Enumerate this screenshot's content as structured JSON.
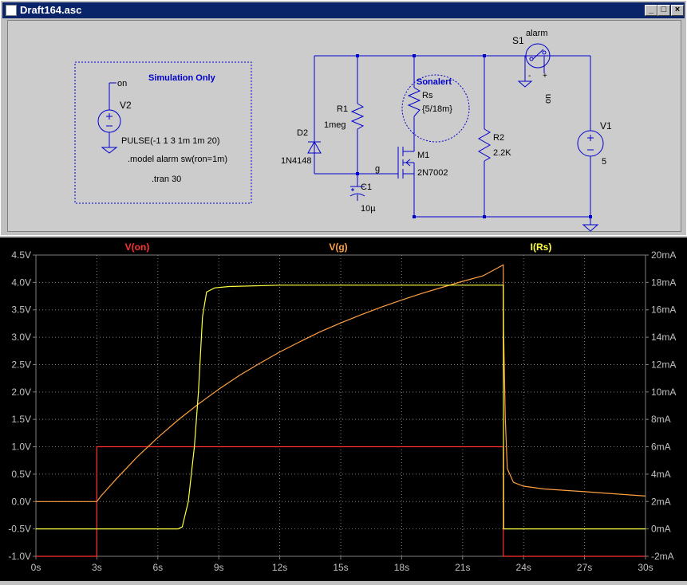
{
  "window": {
    "title": "Draft164.asc",
    "minimize_label": "_",
    "restore_label": "□",
    "close_label": "×"
  },
  "schematic": {
    "sim_box_label": "Simulation Only",
    "v2_label": "V2",
    "v2_node": "on",
    "pulse_text": "PULSE(-1 1 3 1m 1m 20)",
    "model_text": ".model alarm sw(ron=1m)",
    "tran_text": ".tran 30",
    "d2_label": "D2",
    "d2_model": "1N4148",
    "r1_label": "R1",
    "r1_value": "1meg",
    "sonalert_label": "Sonalert",
    "rs_label": "Rs",
    "rs_value": "{5/18m}",
    "m1_label": "M1",
    "m1_model": "2N7002",
    "g_node": "g",
    "c1_label": "C1",
    "c1_value": "10µ",
    "r2_label": "R2",
    "r2_value": "2.2K",
    "s1_label": "S1",
    "s1_model": "alarm",
    "s1_node": "on",
    "s1_minus": "-",
    "s1_plus": "+",
    "v1_label": "V1",
    "v1_value": "5"
  },
  "colors": {
    "v_on": "#ff3030",
    "v_g": "#ffa040",
    "i_rs": "#ffff40",
    "wire": "#0000cc",
    "grid": "#808080",
    "axis_text": "#c0c0c0"
  },
  "chart_data": {
    "type": "line",
    "x": {
      "label": "",
      "unit": "s",
      "range": [
        0,
        30
      ],
      "ticks": [
        "0s",
        "3s",
        "6s",
        "9s",
        "12s",
        "15s",
        "18s",
        "21s",
        "24s",
        "27s",
        "30s"
      ]
    },
    "y_left": {
      "range": [
        -1.0,
        4.5
      ],
      "ticks": [
        "-1.0V",
        "-0.5V",
        "0.0V",
        "0.5V",
        "1.0V",
        "1.5V",
        "2.0V",
        "2.5V",
        "3.0V",
        "3.5V",
        "4.0V",
        "4.5V"
      ]
    },
    "y_right": {
      "range": [
        -2,
        20
      ],
      "ticks": [
        "-2mA",
        "0mA",
        "2mA",
        "4mA",
        "6mA",
        "8mA",
        "10mA",
        "12mA",
        "14mA",
        "16mA",
        "18mA",
        "20mA"
      ]
    },
    "series": [
      {
        "name": "V(on)",
        "axis": "left",
        "color": "#ff3030",
        "points": [
          [
            0,
            -1.0
          ],
          [
            3,
            -1.0
          ],
          [
            3,
            1.0
          ],
          [
            23,
            1.0
          ],
          [
            23,
            -1.0
          ],
          [
            30,
            -1.0
          ]
        ]
      },
      {
        "name": "V(g)",
        "axis": "left",
        "color": "#ffa040",
        "points": [
          [
            0,
            0.0
          ],
          [
            3,
            0.0
          ],
          [
            3.2,
            0.1
          ],
          [
            4,
            0.43
          ],
          [
            5,
            0.82
          ],
          [
            6,
            1.17
          ],
          [
            7,
            1.49
          ],
          [
            8,
            1.78
          ],
          [
            9,
            2.05
          ],
          [
            10,
            2.3
          ],
          [
            11,
            2.52
          ],
          [
            12,
            2.73
          ],
          [
            13,
            2.92
          ],
          [
            14,
            3.1
          ],
          [
            15,
            3.26
          ],
          [
            16,
            3.41
          ],
          [
            17,
            3.55
          ],
          [
            18,
            3.68
          ],
          [
            19,
            3.8
          ],
          [
            20,
            3.91
          ],
          [
            21,
            4.02
          ],
          [
            22,
            4.12
          ],
          [
            23,
            4.32
          ],
          [
            23.02,
            3.1
          ],
          [
            23.1,
            1.5
          ],
          [
            23.2,
            0.6
          ],
          [
            23.5,
            0.35
          ],
          [
            24,
            0.28
          ],
          [
            25,
            0.23
          ],
          [
            27,
            0.18
          ],
          [
            30,
            0.1
          ]
        ]
      },
      {
        "name": "I(Rs)",
        "axis": "right",
        "color": "#ffff40",
        "points": [
          [
            0,
            0.0
          ],
          [
            7,
            0.0
          ],
          [
            7.2,
            0.15
          ],
          [
            7.5,
            2.0
          ],
          [
            7.8,
            6.0
          ],
          [
            8.0,
            10.0
          ],
          [
            8.2,
            15.5
          ],
          [
            8.4,
            17.3
          ],
          [
            8.8,
            17.6
          ],
          [
            9.5,
            17.7
          ],
          [
            12,
            17.8
          ],
          [
            23,
            17.8
          ],
          [
            23.02,
            0.0
          ],
          [
            30,
            0.0
          ]
        ]
      }
    ]
  }
}
